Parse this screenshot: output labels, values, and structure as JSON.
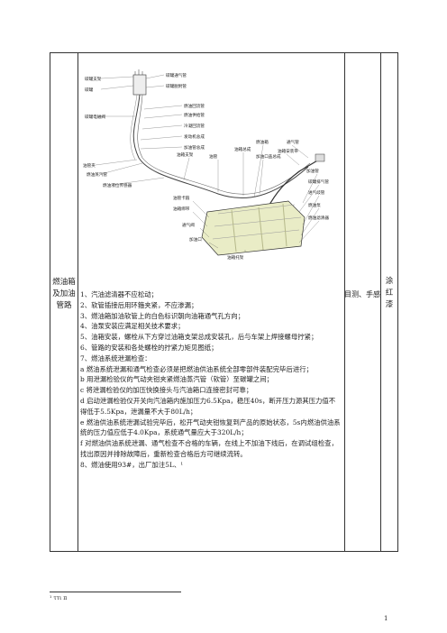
{
  "table": {
    "col1": [
      "燃油箱",
      "及加油",
      "管路"
    ],
    "col3": "目测、手感",
    "col4": [
      "涂",
      "红",
      "漆"
    ]
  },
  "diagram": {
    "labels": [
      "碳罐支架",
      "碳罐",
      "碳罐电磁阀",
      "碳罐通气管",
      "碳罐脱附管",
      "燃油回流管",
      "燃油供给管",
      "冷凝回流管",
      "发动机总成",
      "加油管总成",
      "油管夹",
      "燃油蒸汽管",
      "燃油液位传感器",
      "油箱支架",
      "油管",
      "油箱总成",
      "燃油箱",
      "加油口盖总成",
      "油箱安装带",
      "通气管",
      "加油管",
      "碳罐排气管",
      "进气歧管",
      "燃油泵",
      "燃油滤清器",
      "油管卡箍",
      "油箱绑带",
      "通气阀",
      "加油口",
      "油箱托架"
    ]
  },
  "instructions": [
    "1、汽油滤清器不应松动；",
    "2、软管插接后用环箍夹紧，不应渗漏；",
    "3、燃油箱加油软管上的白色标识朝向油箱通气孔方向；",
    "4、油泵安装应满足相关技术要求；",
    "5、油箱安装，螺栓从下方穿过油箱支架总成安装孔，后与车架上焊接螺母拧紧；",
    "6、管路的安装和各处螺栓的拧紧力矩见图纸；",
    "7、燃油系统泄漏检查：",
    "a 燃油系统泄漏和通气检查必须是把燃油供油系统全部零部件装配完毕后进行；",
    "b 用泄漏检验仪的气动夹钳夹紧燃油蒸汽管（软管）至碳罐之间；",
    "c 将泄漏检验仪的加压快换接头与汽油箱口连接密封可靠；",
    "d 启动泄漏检验仪开关向汽油箱内施加压力6.5Kpa，稳压40s，断开压力源其压力值不得低于5.5Kpa，泄漏量不大于80L/h；",
    "e 燃油供油系统泄漏试验完毕后，松开气动夹钳恢复到产品的原始状态，5s内燃油供油系统的压力值应低于4.0Kpa，系统通气量应大于320L/h；",
    "f 对燃油供油系统泄漏、通气检查不合格的车辆，在线上不加油下线后，在调试组检查，找出原因并排除故障后，重新检查合格后方可继续流转。",
    "8、燃油使用93#，出厂加注5L、¹"
  ],
  "footnote": "¹ ττι π",
  "page_number": "1"
}
